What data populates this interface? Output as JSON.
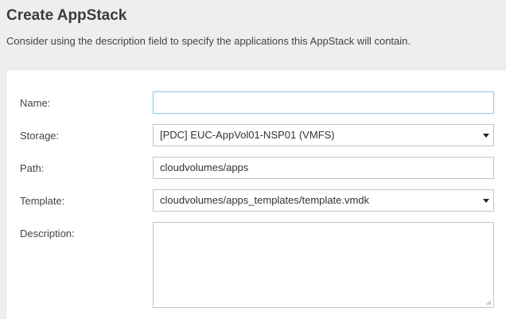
{
  "header": {
    "title": "Create AppStack",
    "description": "Consider using the description field to specify the applications this AppStack will contain."
  },
  "form": {
    "name": {
      "label": "Name:",
      "value": ""
    },
    "storage": {
      "label": "Storage:",
      "value": "[PDC] EUC-AppVol01-NSP01 (VMFS)"
    },
    "path": {
      "label": "Path:",
      "value": "cloudvolumes/apps"
    },
    "template": {
      "label": "Template:",
      "value": "cloudvolumes/apps_templates/template.vmdk"
    },
    "description": {
      "label": "Description:",
      "value": ""
    }
  },
  "icons": {
    "select_caret": "chevron-down-icon",
    "resize_grip": "resize-grip-icon"
  },
  "colors": {
    "background": "#eeeeee",
    "panel": "#ffffff",
    "focus_border": "#9ecaed",
    "input_border": "#c4c4c4"
  }
}
